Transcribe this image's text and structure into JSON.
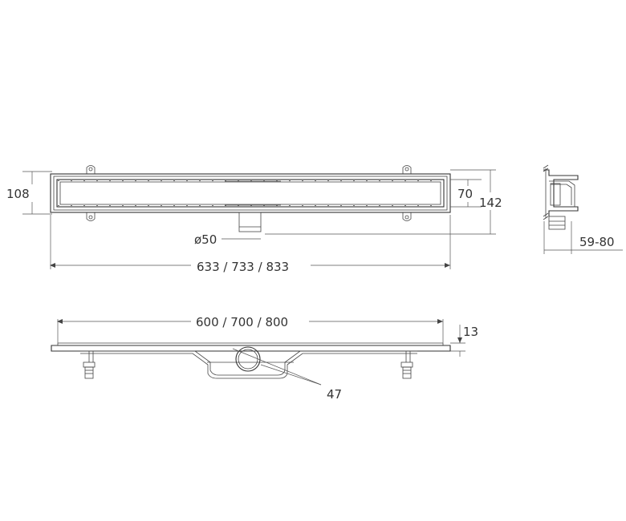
{
  "labels": {
    "grate_height": "108",
    "body_height": "70",
    "total_height": "142",
    "outlet_diameter": "ø50",
    "total_length": "633 / 733 / 833",
    "side_width": "59-80",
    "grate_length": "600 / 700 / 800",
    "flange_height": "13",
    "outlet_offset": "47"
  },
  "colors": {
    "line": "#333333",
    "background": "#ffffff"
  }
}
